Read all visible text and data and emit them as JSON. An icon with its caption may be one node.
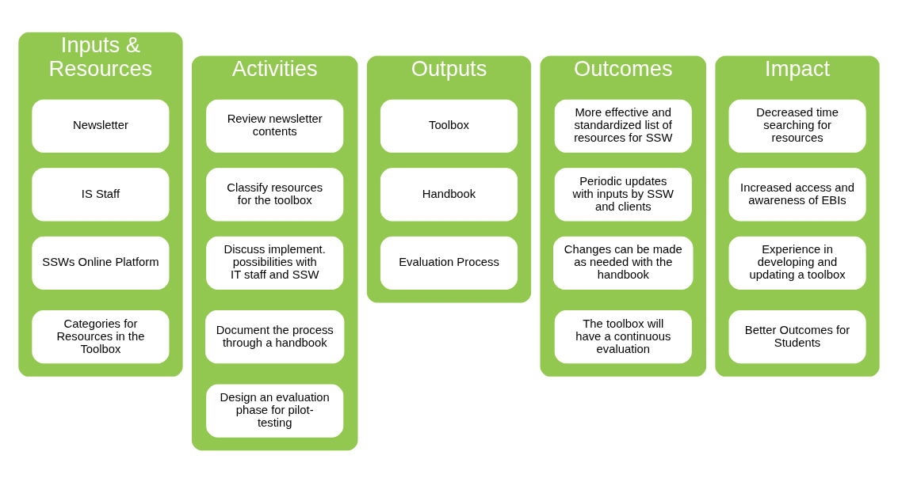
{
  "diagram": {
    "nodes": [
      {
        "text": [
          "Inputs & Resources"
        ]
      },
      {
        "text": [
          "Newsletter"
        ],
        "in": 0
      },
      {
        "text": [
          "IS Staff"
        ],
        "in": 0
      },
      {
        "text": [
          "SSWs Online Platform"
        ],
        "in": 0
      },
      {
        "text": [
          "Categories for Resources in the Toolbox"
        ],
        "in": 0
      },
      {
        "text": [
          "Activities"
        ]
      },
      {
        "text": [
          "Review newsletter contents"
        ],
        "in": 5
      },
      {
        "text": [
          "Classify resources for the toolbox"
        ],
        "in": 5
      },
      {
        "text": [
          "Discuss implement. possibilities with IT staff and SSW"
        ],
        "in": 5
      },
      {
        "text": [
          "Document the process through a handbook"
        ],
        "in": 5
      },
      {
        "text": [
          "Design an evaluation phase for pilot-testing"
        ],
        "in": 5
      },
      {
        "text": [
          "Outputs"
        ]
      },
      {
        "text": [
          "Toolbox"
        ],
        "in": 11
      },
      {
        "text": [
          "Handbook"
        ],
        "in": 11
      },
      {
        "text": [
          "Evaluation Process"
        ],
        "in": 11
      },
      {
        "text": [
          "Outcomes"
        ]
      },
      {
        "text": [
          "More effective and standardized list of resources for SSW"
        ],
        "in": 15
      },
      {
        "text": [
          "Periodic updates with inputs by SSW and clients"
        ],
        "in": 15
      },
      {
        "text": [
          "Changes can be made as needed with the handbook"
        ],
        "in": 15
      },
      {
        "text": [
          "The toolbox will have a continuous evaluation"
        ],
        "in": 15
      },
      {
        "text": [
          "Impact"
        ]
      },
      {
        "text": [
          "Decreased time searching for resources"
        ],
        "in": 20
      },
      {
        "text": [
          "Increased access and awareness of EBIs"
        ],
        "in": 20
      },
      {
        "text": [
          "Experience in developing and updating a toolbox"
        ],
        "in": 20
      },
      {
        "text": [
          "Better Outcomes for Students"
        ],
        "in": 20
      }
    ]
  }
}
